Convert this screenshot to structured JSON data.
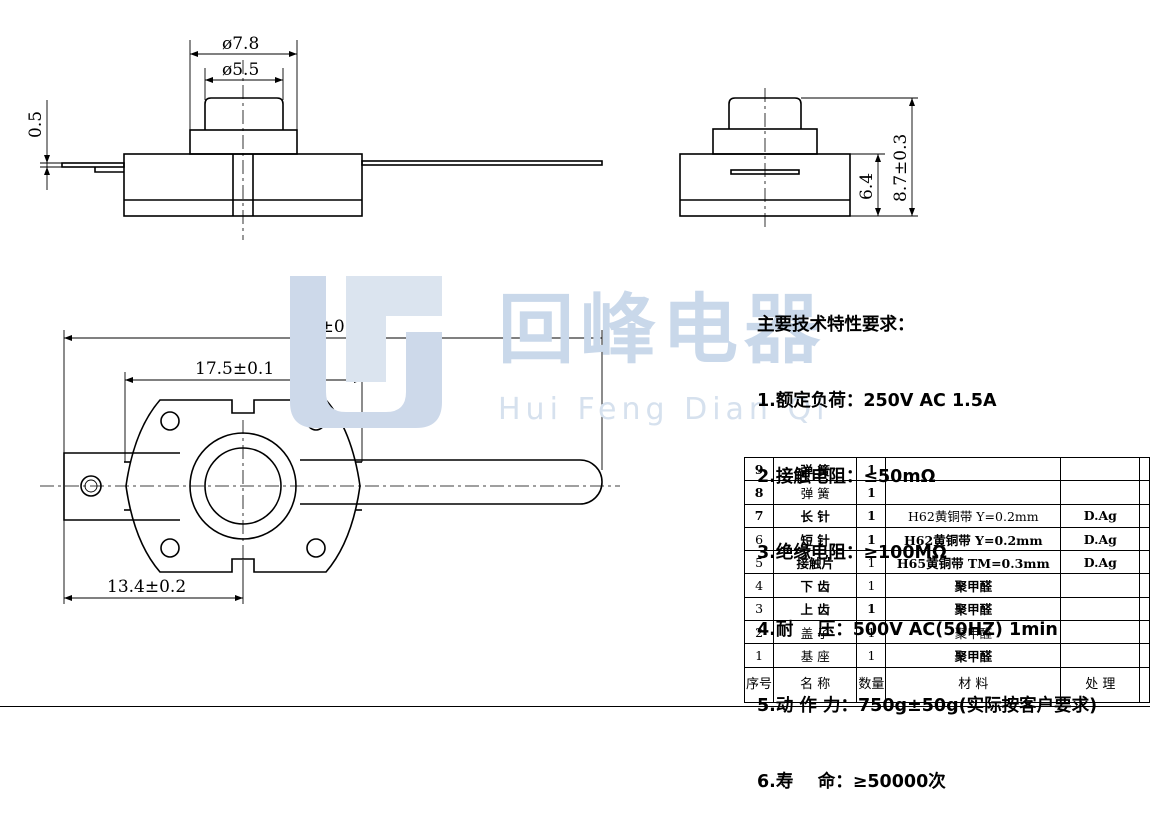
{
  "dimensions": {
    "dia_outer": "ø7.8",
    "dia_inner": "ø5.5",
    "offset": "0.5",
    "height_body": "6.4",
    "height_total": "8.7±0.3",
    "length_total": "40±0.5",
    "hole_spacing": "17.5±0.1",
    "pin_offset": "13.4±0.2"
  },
  "watermark": {
    "title": "回峰电器",
    "subtitle": "Hui Feng Dian Qi"
  },
  "specs": {
    "heading": "主要技术特性要求：",
    "items": [
      "1.额定负荷：250V AC 1.5A",
      "2.接触电阻：≤50mΩ",
      "3.绝缘电阻：≥100MΩ",
      "4.耐    压：500V AC(50HZ) 1min",
      "5.动 作 力：750g±50g(实际按客户要求)",
      "6.寿    命：≥50000次"
    ]
  },
  "bom": {
    "rows": [
      {
        "no": "9",
        "name": "弹 簧",
        "qty": "1",
        "material": "",
        "finish": ""
      },
      {
        "no": "8",
        "name": "弹 簧",
        "qty": "1",
        "material": "",
        "finish": ""
      },
      {
        "no": "7",
        "name": "长 针",
        "qty": "1",
        "material": "H62黄铜带 Y=0.2mm",
        "finish": "D.Ag"
      },
      {
        "no": "6",
        "name": "短 针",
        "qty": "1",
        "material": "H62黄铜带 Y=0.2mm",
        "finish": "D.Ag"
      },
      {
        "no": "5",
        "name": "接触片",
        "qty": "1",
        "material": "H65黄铜带 TM=0.3mm",
        "finish": "D.Ag"
      },
      {
        "no": "4",
        "name": "下 齿",
        "qty": "1",
        "material": "聚甲醛",
        "finish": ""
      },
      {
        "no": "3",
        "name": "上 齿",
        "qty": "1",
        "material": "聚甲醛",
        "finish": ""
      },
      {
        "no": "2",
        "name": "盖 子",
        "qty": "1",
        "material": "聚甲醛",
        "finish": ""
      },
      {
        "no": "1",
        "name": "基 座",
        "qty": "1",
        "material": "聚甲醛",
        "finish": ""
      }
    ],
    "header": {
      "no": "序号",
      "name": "名   称",
      "qty": "数量",
      "material": "材    料",
      "finish": "处   理"
    }
  }
}
